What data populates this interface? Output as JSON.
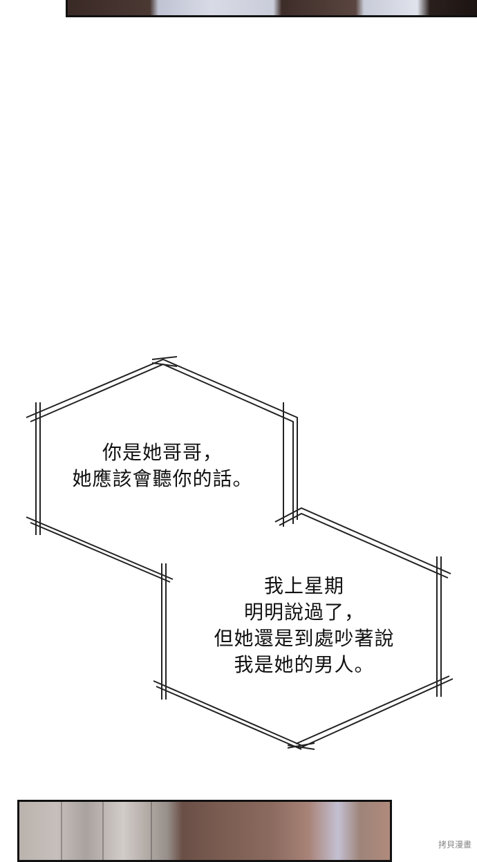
{
  "dialogue_1": {
    "lines": [
      "你是她哥哥，",
      "她應該會聽你的話。"
    ]
  },
  "dialogue_2": {
    "lines": [
      "我上星期",
      "明明說過了，",
      "但她還是到處吵著說",
      "我是她的男人。"
    ]
  },
  "watermark": "拷貝漫畫",
  "colors": {
    "bubble_stroke": "#222222",
    "page_background": "#ffffff"
  }
}
